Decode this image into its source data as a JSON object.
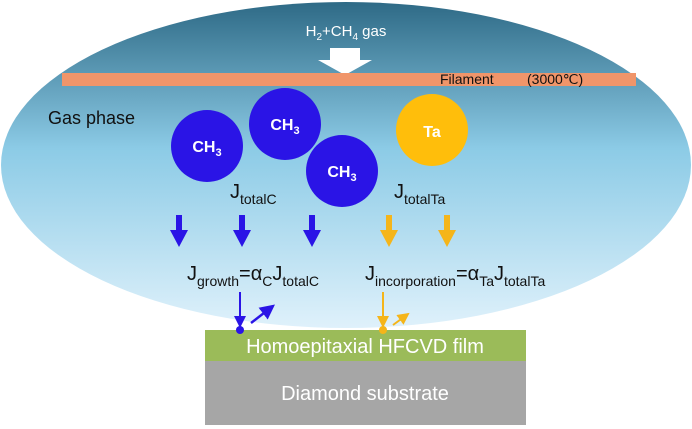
{
  "colors": {
    "ellipse_top": "#2e6a86",
    "ellipse_mid": "#8ccbe6",
    "ellipse_bottom": "#dff1fb",
    "filament": "#f0956a",
    "ch3": "#2a14e6",
    "ta": "#ffbe0b",
    "blue_arrow": "#2a14e6",
    "yellow_arrow": "#f5b51a",
    "film": "#9bbb59",
    "substrate": "#a6a6a6",
    "white_text": "#ffffff",
    "dark_text": "#111111"
  },
  "source_gas": {
    "prefix": "H",
    "sub1": "2",
    "middle": "+CH",
    "sub2": "4",
    "suffix": " gas"
  },
  "filament": {
    "label": "Filament",
    "temperature": "(3000℃)"
  },
  "gas_phase_label": "Gas phase",
  "particles": {
    "ch3_main": "CH",
    "ch3_sub": "3",
    "ta": "Ta"
  },
  "flux_labels": {
    "total_c": {
      "main": "J",
      "sub": "totalC"
    },
    "total_ta": {
      "main": "J",
      "sub": "totalTa"
    }
  },
  "equations": {
    "growth": {
      "j": "J",
      "j_sub": "growth",
      "eq": "=",
      "alpha": "α",
      "alpha_sub": "C",
      "j2": "J",
      "j2_sub": "totalC"
    },
    "incorporation": {
      "j": "J",
      "j_sub": "incorporation",
      "eq": "=",
      "alpha": "α",
      "alpha_sub": "Ta",
      "j2": "J",
      "j2_sub": "totalTa"
    }
  },
  "layers": {
    "film": "Homoepitaxial HFCVD film",
    "substrate": "Diamond substrate"
  }
}
